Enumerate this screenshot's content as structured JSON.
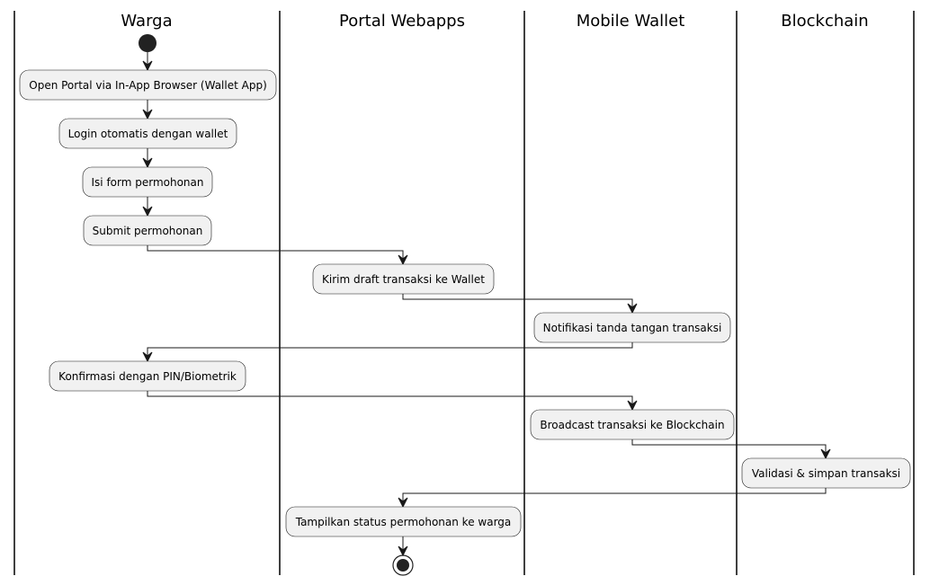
{
  "diagram": {
    "type": "activity-swimlane",
    "colors": {
      "node_fill": "#f1f1f1",
      "node_border": "#181818",
      "start_fill": "#222222",
      "line": "#181818"
    },
    "lanes": [
      {
        "id": "warga",
        "label": "Warga"
      },
      {
        "id": "portal",
        "label": "Portal Webapps"
      },
      {
        "id": "wallet",
        "label": "Mobile Wallet"
      },
      {
        "id": "chain",
        "label": "Blockchain"
      }
    ],
    "start": {
      "lane": "warga"
    },
    "steps": [
      {
        "lane": "warga",
        "label": "Open Portal via In-App Browser (Wallet App)"
      },
      {
        "lane": "warga",
        "label": "Login otomatis dengan wallet"
      },
      {
        "lane": "warga",
        "label": "Isi form permohonan"
      },
      {
        "lane": "warga",
        "label": "Submit permohonan"
      },
      {
        "lane": "portal",
        "label": "Kirim draft transaksi ke Wallet"
      },
      {
        "lane": "wallet",
        "label": "Notifikasi tanda tangan transaksi"
      },
      {
        "lane": "warga",
        "label": "Konfirmasi dengan PIN/Biometrik"
      },
      {
        "lane": "wallet",
        "label": "Broadcast transaksi ke Blockchain"
      },
      {
        "lane": "chain",
        "label": "Validasi & simpan transaksi"
      },
      {
        "lane": "portal",
        "label": "Tampilkan status permohonan ke warga"
      }
    ],
    "end": {
      "lane": "portal"
    }
  }
}
